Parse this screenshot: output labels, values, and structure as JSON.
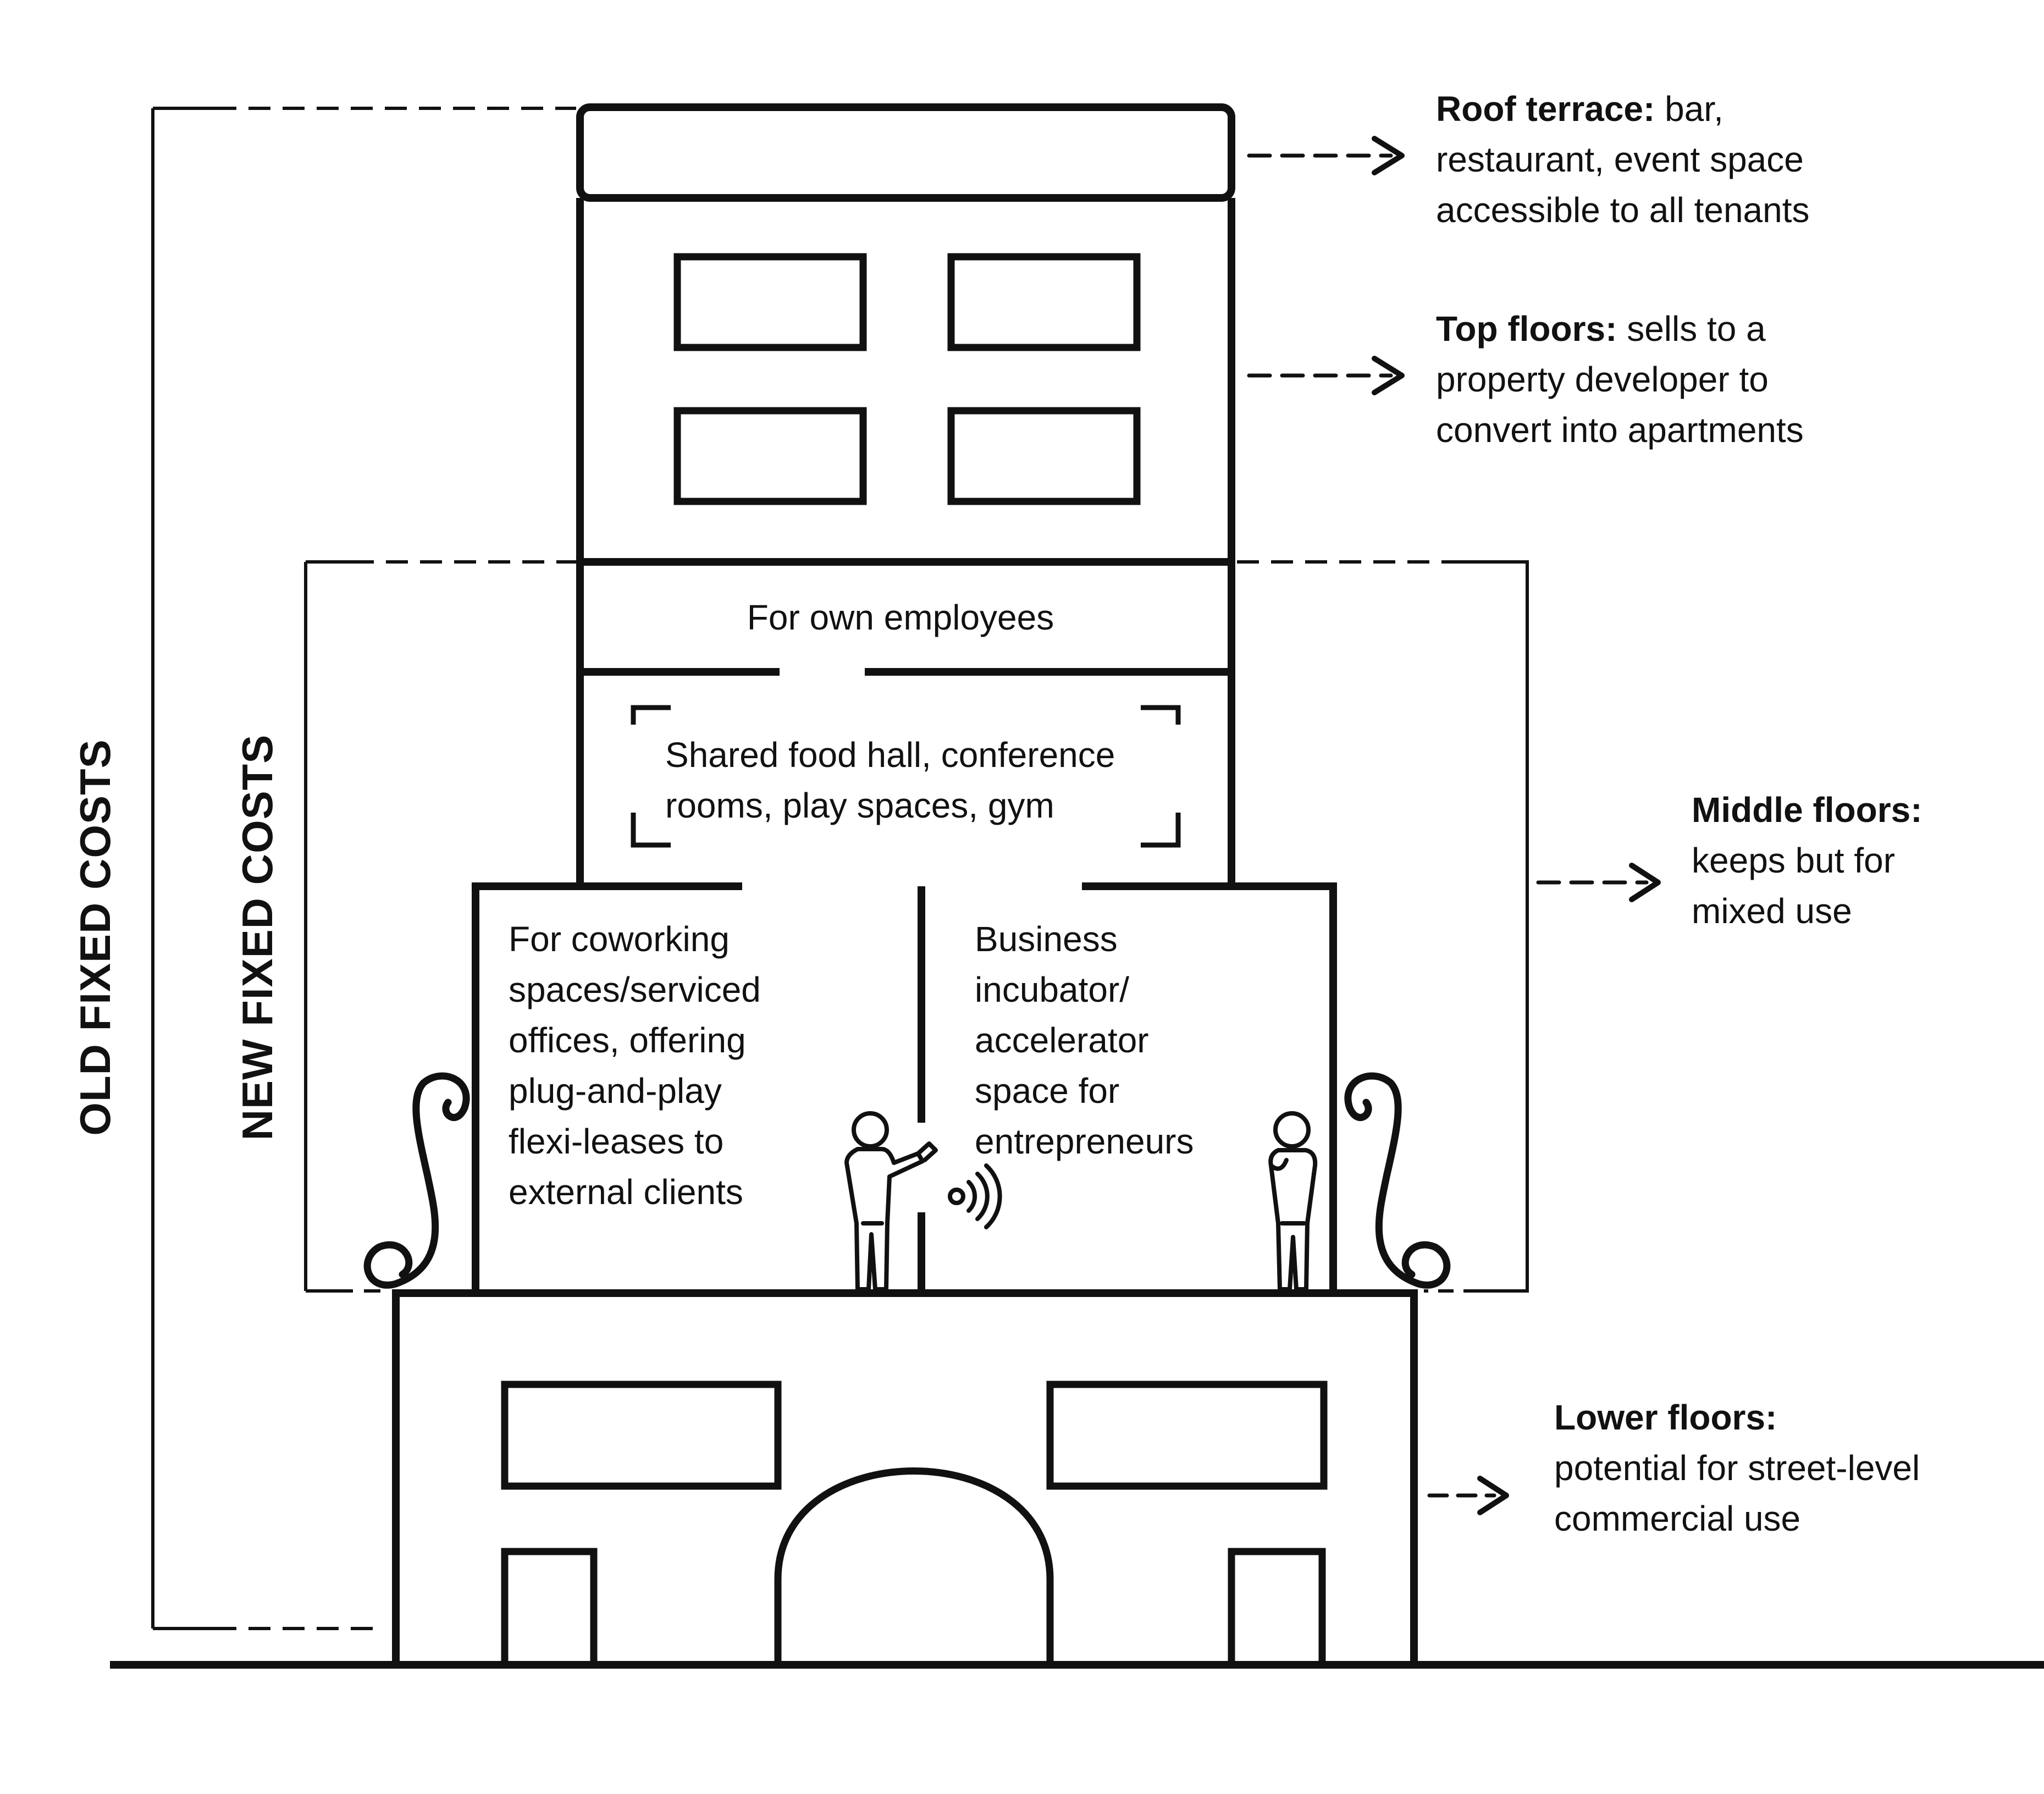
{
  "labels": {
    "old_fixed_costs": "OLD FIXED COSTS",
    "new_fixed_costs": "NEW FIXED COSTS"
  },
  "callouts": {
    "roof": {
      "title": "Roof terrace:",
      "line1_rest": " bar,",
      "line2": "restaurant, event space",
      "line3": "accessible to all tenants"
    },
    "top": {
      "title": "Top floors:",
      "line1_rest": " sells to a",
      "line2": "property developer to",
      "line3": "convert into apartments"
    },
    "middle": {
      "title": "Middle floors:",
      "line2": "keeps but for",
      "line3": "mixed use"
    },
    "lower": {
      "title": "Lower floors:",
      "line2": "potential for street-level",
      "line3": "commercial use"
    }
  },
  "rooms": {
    "own_employees": "For own employees",
    "shared": {
      "line1": "Shared food hall, conference",
      "line2": "rooms, play spaces, gym"
    },
    "coworking": {
      "line1": "For coworking",
      "line2": "spaces/serviced",
      "line3": "offices, offering",
      "line4": "plug-and-play",
      "line5": "flexi-leases to",
      "line6": "external clients"
    },
    "incubator": {
      "line1": "Business",
      "line2": "incubator/",
      "line3": "accelerator",
      "line4": "space for",
      "line5": "entrepreneurs"
    }
  },
  "colors": {
    "stroke": "#111111",
    "background": "#ffffff"
  }
}
